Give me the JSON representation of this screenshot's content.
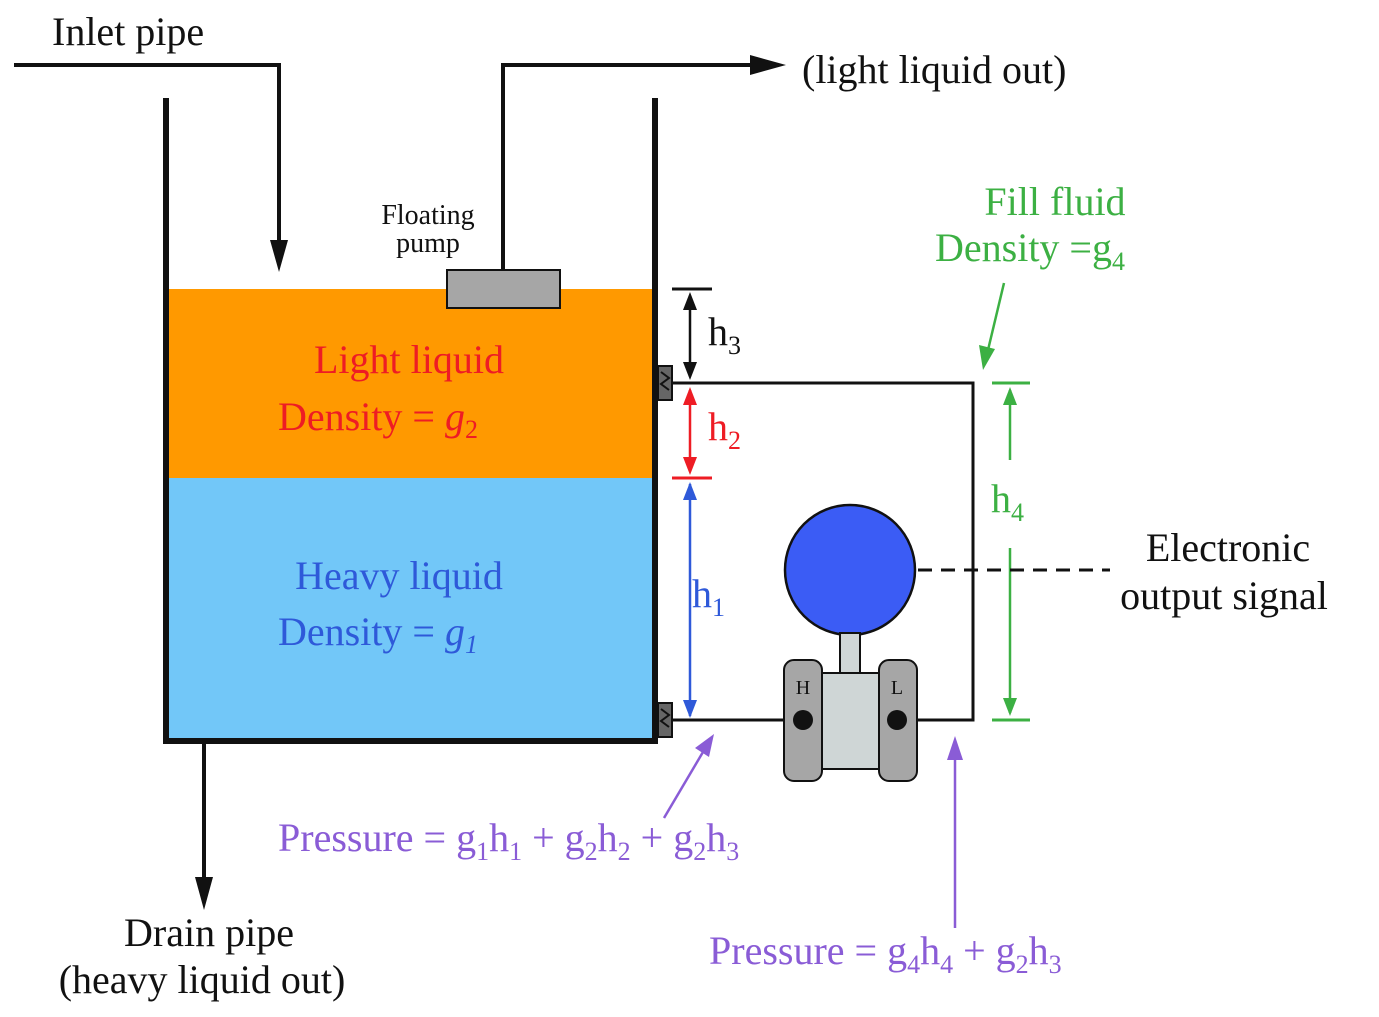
{
  "labels": {
    "inlet": "Inlet pipe",
    "light_out": "(light liquid out)",
    "floating_pump_1": "Floating",
    "floating_pump_2": "pump",
    "fill_fluid_1": "Fill fluid",
    "fill_fluid_2": "Density =g",
    "fill_fluid_sub": "4",
    "light_liquid": "Light liquid",
    "light_density": "Density = ",
    "light_g": "g",
    "light_sub": "2",
    "heavy_liquid": "Heavy liquid",
    "heavy_density": "Density = ",
    "heavy_g": "g",
    "heavy_sub": "1",
    "electronic_1": "Electronic",
    "electronic_2": "output signal",
    "drain_1": "Drain pipe",
    "drain_2": "(heavy liquid out)",
    "h": "h",
    "h1_sub": "1",
    "h2_sub": "2",
    "h3_sub": "3",
    "h4_sub": "4",
    "port_high": "H",
    "port_low": "L"
  },
  "equations": {
    "p_high_prefix": "Pressure = ",
    "p_high_terms": [
      {
        "g": "g",
        "gs": "1",
        "h": "h",
        "hs": "1",
        "op": " + "
      },
      {
        "g": "g",
        "gs": "2",
        "h": "h",
        "hs": "2",
        "op": " + "
      },
      {
        "g": "g",
        "gs": "2",
        "h": "h",
        "hs": "3",
        "op": ""
      }
    ],
    "p_low_prefix": "Pressure = ",
    "p_low_terms": [
      {
        "g": "g",
        "gs": "4",
        "h": "h",
        "hs": "4",
        "op": " + "
      },
      {
        "g": "g",
        "gs": "2",
        "h": "h",
        "hs": "3",
        "op": ""
      }
    ]
  },
  "colors": {
    "light_liquid": "#ff9900",
    "heavy_liquid": "#72c7f8",
    "red": "#ee1c24",
    "blue": "#2e59d9",
    "green": "#3cb043",
    "purple": "#8a5cd6",
    "transmitter_head": "#3b5cf5",
    "transmitter_gray": "#a6a6a6"
  }
}
